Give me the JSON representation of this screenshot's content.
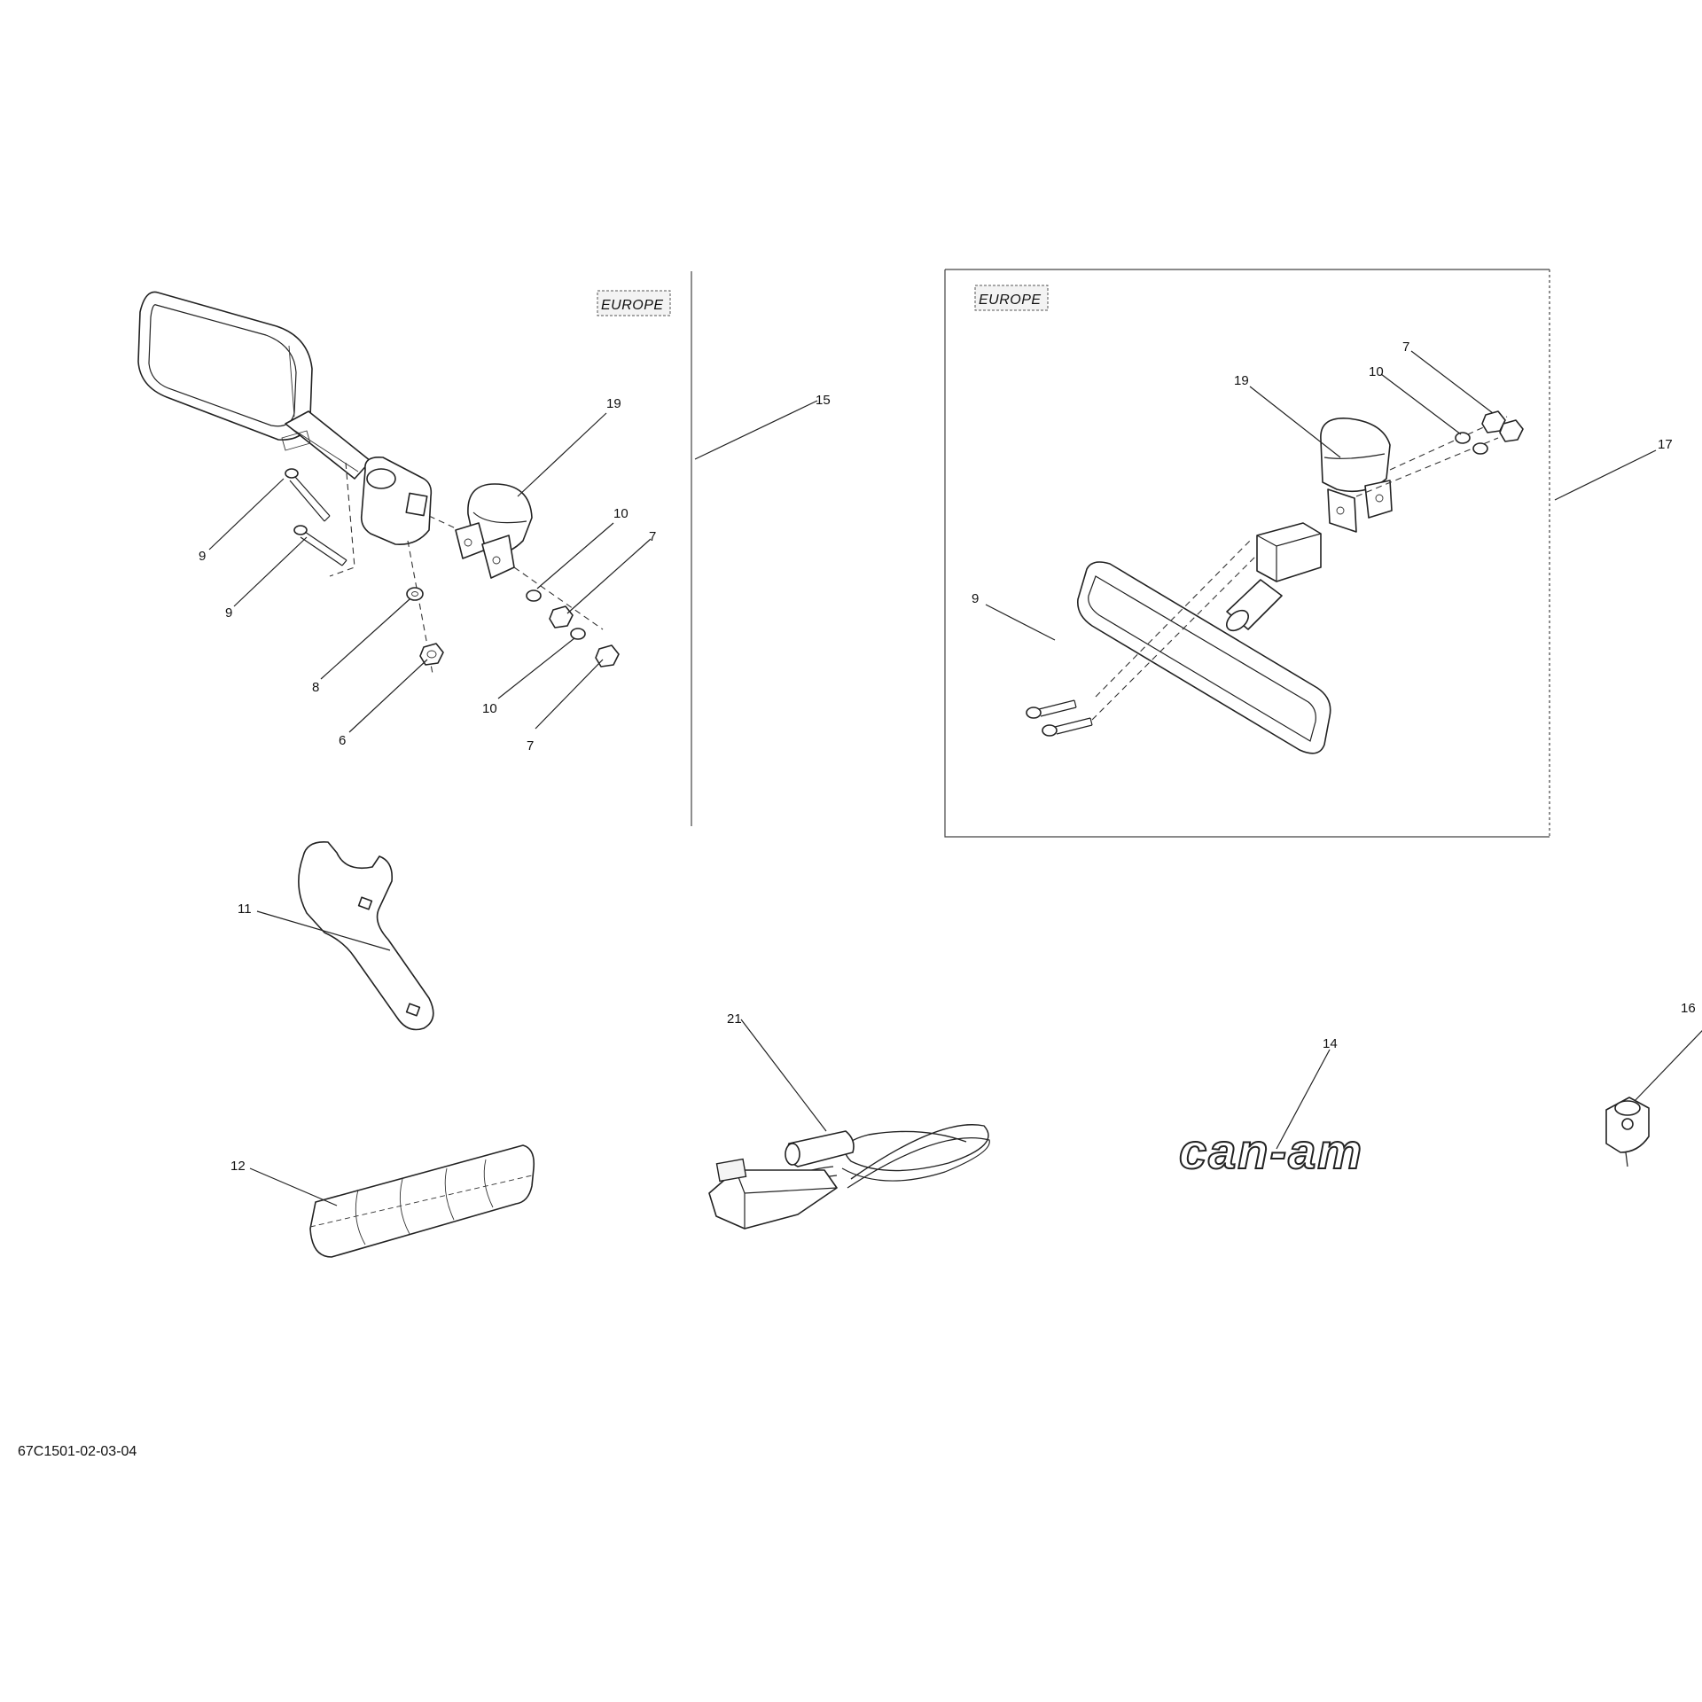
{
  "diagram": {
    "badges": [
      "EUROPE",
      "EUROPE"
    ],
    "drawing_code": "67C1501-02-03-04",
    "logo_text": "can-am",
    "callouts": [
      {
        "id": "c-left-19",
        "label": "19"
      },
      {
        "id": "c-15",
        "label": "15"
      },
      {
        "id": "c-left-9a",
        "label": "9"
      },
      {
        "id": "c-left-9b",
        "label": "9"
      },
      {
        "id": "c-left-10a",
        "label": "10"
      },
      {
        "id": "c-left-7a",
        "label": "7"
      },
      {
        "id": "c-8",
        "label": "8"
      },
      {
        "id": "c-6",
        "label": "6"
      },
      {
        "id": "c-left-10b",
        "label": "10"
      },
      {
        "id": "c-left-7b",
        "label": "7"
      },
      {
        "id": "c-right-7",
        "label": "7"
      },
      {
        "id": "c-right-10",
        "label": "10"
      },
      {
        "id": "c-right-19",
        "label": "19"
      },
      {
        "id": "c-17",
        "label": "17"
      },
      {
        "id": "c-right-9",
        "label": "9"
      },
      {
        "id": "c-11",
        "label": "11"
      },
      {
        "id": "c-21",
        "label": "21"
      },
      {
        "id": "c-14",
        "label": "14"
      },
      {
        "id": "c-16",
        "label": "16"
      },
      {
        "id": "c-12",
        "label": "12"
      }
    ]
  }
}
